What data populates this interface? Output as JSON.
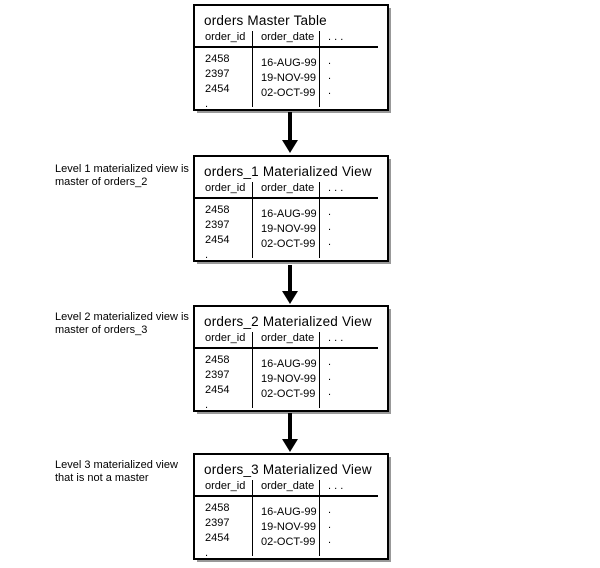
{
  "figure": {
    "background_color": "#ffffff",
    "line_color": "#000000",
    "shadow_color": "#999999",
    "arrow_color": "#000000"
  },
  "boxes": [
    {
      "title": "orders Master Table"
    },
    {
      "title": "orders_1 Materialized View"
    },
    {
      "title": "orders_2 Materialized View"
    },
    {
      "title": "orders_3 Materialized View"
    }
  ],
  "annotations": [
    {
      "line1": "Level 1 materialized view is",
      "line2": "master of orders_2"
    },
    {
      "line1": "Level 2 materialized view is",
      "line2": "master of orders_3"
    },
    {
      "line1": "Level 3 materialized view",
      "line2": "that is not a master"
    }
  ],
  "table": {
    "headers": [
      "order_id",
      "order_date",
      ". . ."
    ],
    "columns": {
      "order_id": [
        "2458",
        "2397",
        "2454",
        "."
      ],
      "order_date": [
        "16-AUG-99",
        "19-NOV-99",
        "02-OCT-99",
        "."
      ],
      "etc": [
        ".",
        ".",
        ".",
        "."
      ]
    }
  }
}
